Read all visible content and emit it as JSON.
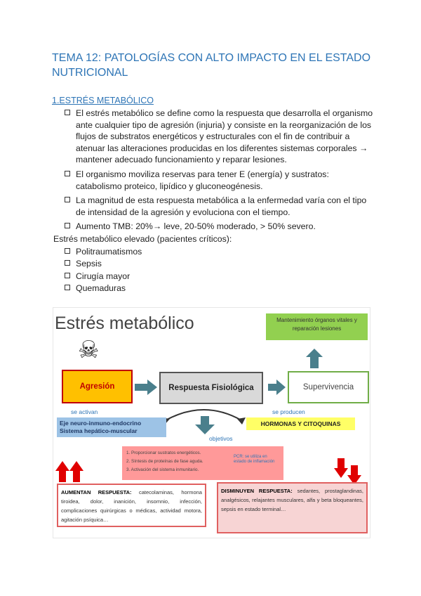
{
  "doc": {
    "title": "TEMA 12: PATOLOGÍAS CON ALTO IMPACTO EN EL ESTADO NUTRICIONAL",
    "section": "1.ESTRÉS METABÓLICO",
    "bullets": [
      "El estrés metabólico se define como la respuesta que desarrolla el organismo ante cualquier tipo de agresión (injuria) y consiste en la reorganización de los flujos de substratos energéticos y estructurales con el fin de contribuir a atenuar las alteraciones producidas en los diferentes sistemas corporales → mantener adecuado funcionamiento y reparar lesiones.",
      "El organismo moviliza reservas para tener E (energía) y sustratos: catabolismo proteico, lipídico y gluconeogénesis.",
      "La magnitud de esta respuesta metabólica a la enfermedad varía con el tipo de intensidad de la agresión y evoluciona con el tiempo.",
      "Aumento TMB: 20%→ leve, 20-50% moderado, > 50% severo."
    ],
    "subtitle": "Estrés metabólico elevado (pacientes críticos):",
    "critical": [
      "Politraumatismos",
      "Sepsis",
      "Cirugía mayor",
      "Quemaduras"
    ]
  },
  "diagram": {
    "title": "Estrés metabólico",
    "green": "Mantenimiento órganos vitales y reparación lesiones",
    "aggression": "Agresión",
    "response": "Respuesta Fisiológica",
    "survival": "Supervivencia",
    "activate": "se activan",
    "produce": "se producen",
    "axis1": "Eje neuro-inmuno-endocrino",
    "axis2": "Sistema hepático-muscular",
    "hormones": "HORMONAS Y CITOQUINAS",
    "objectives": "objetivos",
    "obj_items": [
      "1.   Proporcionar sustratos energéticos.",
      "2.   Síntesis de proteínas de fase aguda.",
      "3.   Activación del sistema inmunitario."
    ],
    "pcr": "PCR: se utiliza en estado de inflamación",
    "increase_label": "AUMENTAN RESPUESTA:",
    "increase_text": "catecolaminas, hormona tiroidea, dolor, inanición, insomnio, infección, complicaciones quirúrgicas o médicas, actividad motora, agitación psíquica…",
    "decrease_label": "DISMINUYEN RESPUESTA:",
    "decrease_text": "sedantes, prostaglandinas, analgésicos, relajantes musculares, alfa y beta bloqueantes, sepsis en estado terminal…"
  },
  "colors": {
    "heading": "#2e75b6",
    "aggression_fill": "#ffc000",
    "green_box": "#92d050",
    "hormones": "#ffff66",
    "axis_box": "#9dc3e6",
    "objectives_box": "#ff9999",
    "red_arrow": "#e00000",
    "teal_arrow": "#4a7f8c"
  }
}
